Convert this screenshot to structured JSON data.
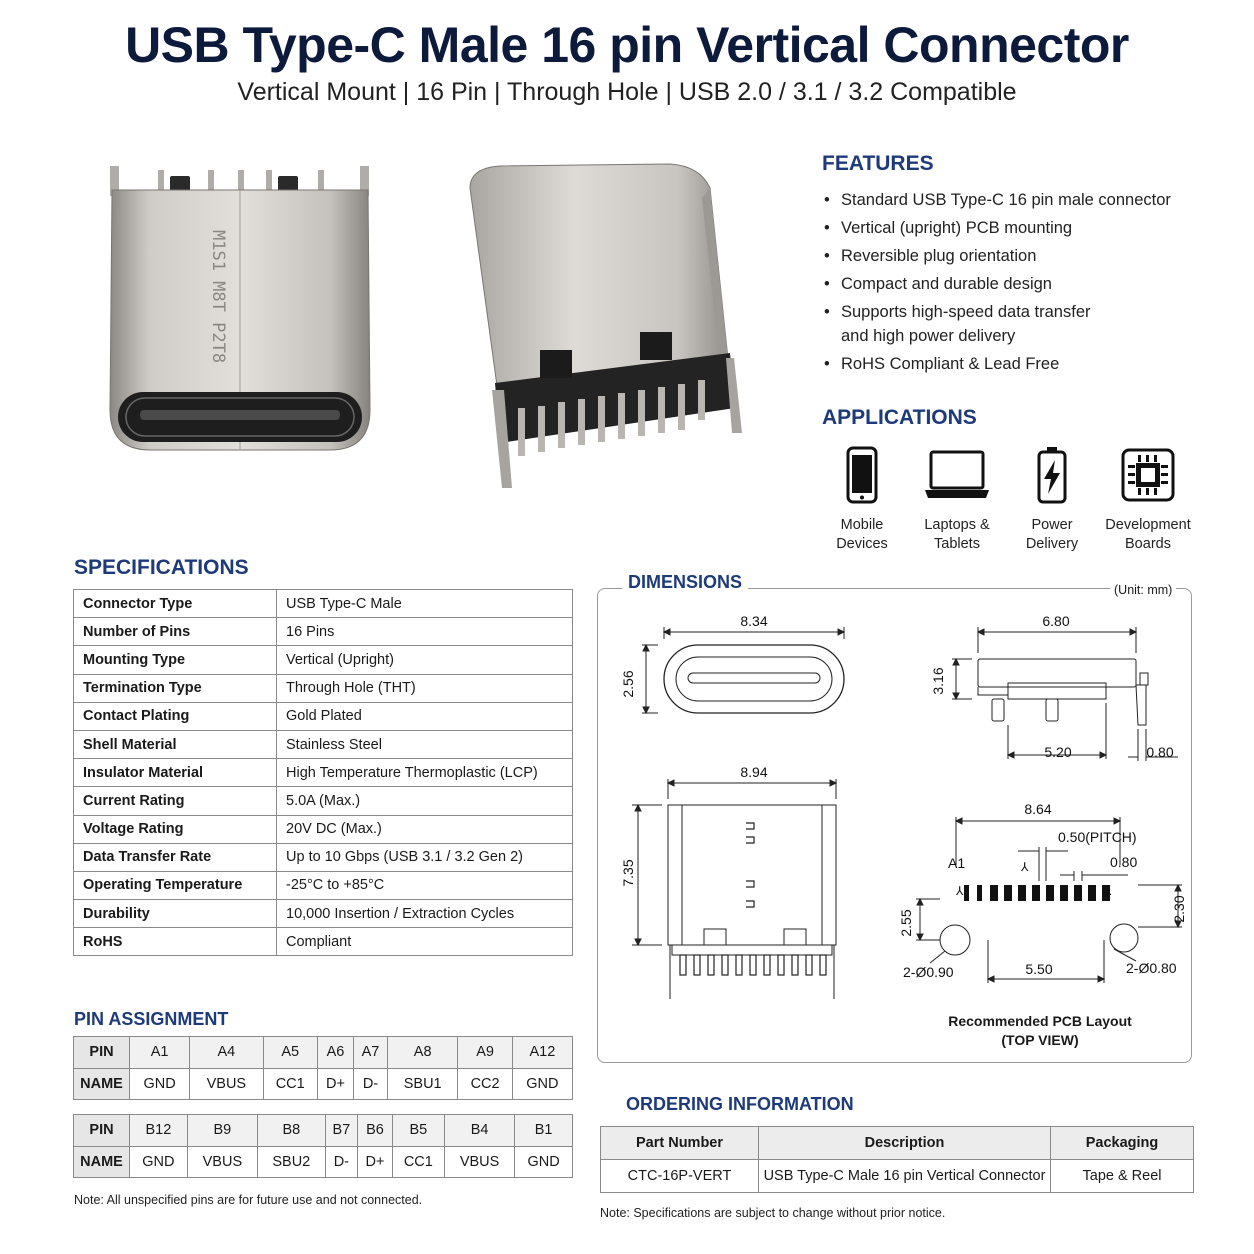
{
  "header": {
    "title": "USB Type-C Male 16 pin Vertical Connector",
    "subtitle": "Vertical Mount | 16 Pin | Through Hole | USB 2.0 / 3.1 / 3.2 Compatible"
  },
  "features": {
    "heading": "FEATURES",
    "items": [
      "Standard USB Type-C 16 pin male connector",
      "Vertical (upright) PCB mounting",
      "Reversible plug orientation",
      "Compact and durable design",
      "Supports high-speed data transfer",
      "and high power delivery",
      "RoHS Compliant & Lead Free"
    ]
  },
  "applications": {
    "heading": "APPLICATIONS",
    "items": [
      {
        "line1": "Mobile",
        "line2": "Devices",
        "icon": "smartphone-icon"
      },
      {
        "line1": "Laptops &",
        "line2": "Tablets",
        "icon": "laptop-icon"
      },
      {
        "line1": "Power",
        "line2": "Delivery",
        "icon": "battery-bolt-icon"
      },
      {
        "line1": "Development",
        "line2": "Boards",
        "icon": "chip-board-icon"
      }
    ]
  },
  "specifications": {
    "heading": "SPECIFICATIONS",
    "rows": [
      {
        "k": "Connector Type",
        "v": "USB Type-C Male"
      },
      {
        "k": "Number of Pins",
        "v": "16 Pins"
      },
      {
        "k": "Mounting Type",
        "v": "Vertical (Upright)"
      },
      {
        "k": "Termination Type",
        "v": "Through Hole (THT)"
      },
      {
        "k": "Contact Plating",
        "v": "Gold Plated"
      },
      {
        "k": "Shell Material",
        "v": "Stainless Steel"
      },
      {
        "k": "Insulator Material",
        "v": "High Temperature Thermoplastic (LCP)"
      },
      {
        "k": "Current Rating",
        "v": "5.0A (Max.)"
      },
      {
        "k": "Voltage Rating",
        "v": "20V DC (Max.)"
      },
      {
        "k": "Data Transfer Rate",
        "v": "Up to 10 Gbps (USB 3.1 / 3.2 Gen 2)"
      },
      {
        "k": "Operating Temperature",
        "v": "-25°C to +85°C"
      },
      {
        "k": "Durability",
        "v": "10,000 Insertion / Extraction Cycles"
      },
      {
        "k": "RoHS",
        "v": "Compliant"
      }
    ]
  },
  "pin_assignment": {
    "heading": "PIN ASSIGNMENT",
    "row_label_pin": "PIN",
    "row_label_name": "NAME",
    "table_a": {
      "pins": [
        "A1",
        "A4",
        "A5",
        "A6",
        "A7",
        "A8",
        "A9",
        "A12"
      ],
      "names": [
        "GND",
        "VBUS",
        "CC1",
        "D+",
        "D-",
        "SBU1",
        "CC2",
        "GND"
      ]
    },
    "table_b": {
      "pins": [
        "B12",
        "B9",
        "B8",
        "B7",
        "B6",
        "B5",
        "B4",
        "B1"
      ],
      "names": [
        "GND",
        "VBUS",
        "SBU2",
        "D-",
        "D+",
        "CC1",
        "VBUS",
        "GND"
      ]
    },
    "note": "Note: All unspecified pins are for future use and not connected."
  },
  "dimensions": {
    "heading": "DIMENSIONS",
    "unit": "(Unit: mm)",
    "front_width": "8.34",
    "front_height": "2.56",
    "side_width": "6.80",
    "side_height": "3.16",
    "side_pin_span": "5.20",
    "side_pin_thickness": "0.80",
    "body_width": "8.94",
    "body_height": "7.35",
    "pcb_span": "8.64",
    "pcb_pitch": "0.50(PITCH)",
    "pcb_pad": "0.80",
    "pcb_a1": "A1",
    "pcb_row_offset": "2.55",
    "pcb_hole_offset": "2.30",
    "pcb_hole_left": "2-Ø0.90",
    "pcb_hole_right": "2-Ø0.80",
    "pcb_hole_span": "5.50",
    "pcb_caption_1": "Recommended PCB Layout",
    "pcb_caption_2": "(TOP VIEW)"
  },
  "ordering": {
    "heading": "ORDERING INFORMATION",
    "headers": [
      "Part Number",
      "Description",
      "Packaging"
    ],
    "row": [
      "CTC-16P-VERT",
      "USB Type-C Male 16 pin Vertical Connector",
      "Tape & Reel"
    ],
    "note": "Note: Specifications are subject to change without prior notice."
  },
  "photos": {
    "front_marking": "M1S1 M8T P2T8"
  },
  "colors": {
    "navy": "#0c1a3c",
    "section_blue": "#1d3a7a",
    "steel": "#b9b7b3"
  }
}
